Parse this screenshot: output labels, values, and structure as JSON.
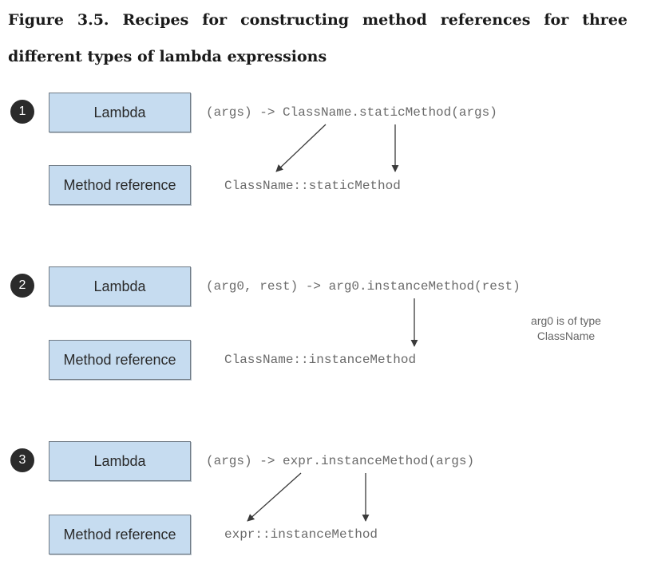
{
  "caption": "Figure 3.5. Recipes for constructing method references for three different types of lambda expressions",
  "recipes": [
    {
      "number": "1",
      "lambda_label": "Lambda",
      "lambda_code": "(args) -> ClassName.staticMethod(args)",
      "method_ref_label": "Method reference",
      "method_ref_code": "ClassName::staticMethod"
    },
    {
      "number": "2",
      "lambda_label": "Lambda",
      "lambda_code": "(arg0, rest) -> arg0.instanceMethod(rest)",
      "method_ref_label": "Method reference",
      "method_ref_code": "ClassName::instanceMethod",
      "note": "arg0 is of type ClassName"
    },
    {
      "number": "3",
      "lambda_label": "Lambda",
      "lambda_code": "(args) -> expr.instanceMethod(args)",
      "method_ref_label": "Method reference",
      "method_ref_code": "expr::instanceMethod"
    }
  ],
  "colors": {
    "box_fill": "#c6dcf0",
    "box_border": "#6f7a85",
    "badge": "#2b2b2b",
    "code_text": "#6a6a6a",
    "arrow": "#3a3a3a"
  }
}
